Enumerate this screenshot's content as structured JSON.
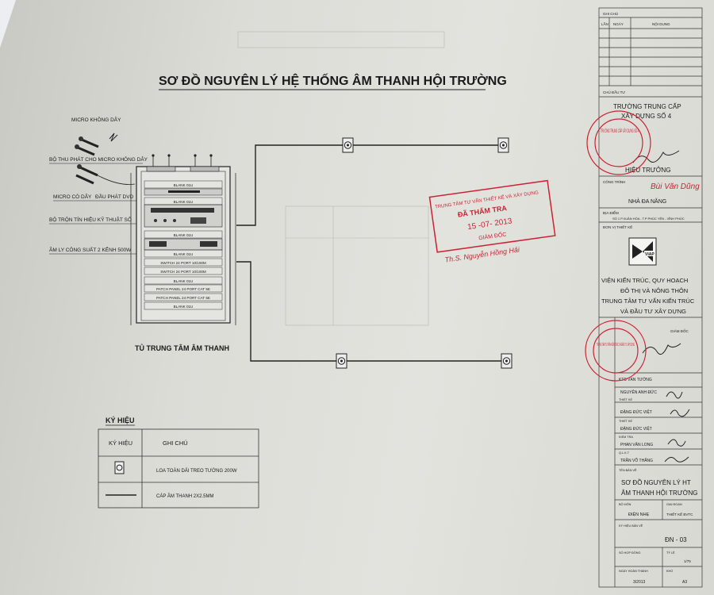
{
  "title": "SƠ ĐỒ NGUYÊN LÝ HỆ THỐNG  ÂM THANH HỘI TRƯỜNG",
  "rack": {
    "caption": "TỦ TRUNG TÂM ÂM THANH",
    "units": [
      "BLANK 01U",
      "BLANK 01U",
      "BLANK 01U",
      "BLANK 01U",
      "SWITCH 24 PORT 10/100M",
      "SWITCH 24 PORT 10/100M",
      "BLANK 01U",
      "PATCH PANEL 24 PORT CAT 5E",
      "PATCH PANEL 24 PORT CAT 5E",
      "BLANK 01U"
    ]
  },
  "components": {
    "wireless_mic": "MICRO KHÔNG DÂY",
    "receiver": "BỘ THU PHÁT CHO MICRO KHÔNG DÂY",
    "wired_mic": "MICRO CÓ DÂY",
    "dvd": "ĐẦU PHÁT DVD",
    "mixer": "BỘ TRỘN TÍN HIỆU KỸ THUẬT SỐ",
    "amp": "ÂM LY CÔNG SUẤT 2 KÊNH 500W"
  },
  "legend": {
    "title": "KÝ HIỆU",
    "col_symbol": "KÝ HIỆU",
    "col_note": "GHI CHÚ",
    "rows": [
      {
        "note": "LOA TOÀN DẢI TREO TƯỜNG 200W"
      },
      {
        "note": "CÁP ÂM THANH 2X2.5MM"
      }
    ]
  },
  "stamp": {
    "line1": "TRUNG TÂM TƯ VẤN THIẾT KẾ VÀ XÂY DỰNG",
    "line2": "ĐÃ THẨM TRA",
    "date": "15 -07- 2013",
    "role": "GIÁM ĐỐC",
    "signer": "Th.S. Nguyễn Hồng Hải"
  },
  "title_block": {
    "ghi_chu": "GHI CHÚ",
    "col_lan": "LẦN",
    "col_ngay": "NGÀY",
    "col_noidung": "NỘI DUNG",
    "chu_dau_tu_label": "CHỦ ĐẦU TƯ",
    "client": [
      "TRƯỜNG TRUNG CẤP",
      "XÂY DỰNG SỐ 4"
    ],
    "principal_title": "HIỆU TRƯỞNG",
    "principal_name": "Bùi Văn Dũng",
    "cong_trinh_label": "CÔNG TRÌNH",
    "project": "NHÀ ĐA NĂNG",
    "dia_diem_label": "ĐỊA ĐIỂM",
    "location": "SỐ 1 P.XUÂN HÒA - T.P PHÚC YÊN - VĨNH PHÚC",
    "don_vi_label": "ĐƠN VỊ THIẾT KẾ",
    "logo_text": "VIAP",
    "institute": [
      "VIỆN KIẾN TRÚC, QUY HOẠCH",
      "ĐÔ THỊ VÀ NÔNG THÔN",
      "TRUNG TÂM TƯ VẤN KIẾN TRÚC",
      "VÀ ĐẦU TƯ XÂY DỰNG"
    ],
    "director_label": "GIÁM ĐỐC",
    "chief_label": "KTS VÀN TƯỞNG",
    "chief_name": "NGUYỄN ANH ĐỨC",
    "designer_label": "THIẾT KẾ",
    "designer": "ĐẶNG ĐỨC VIỆT",
    "drafter_label": "THIẾT KẾ",
    "drafter": "ĐẶNG ĐỨC VIỆT",
    "check_label": "KIỂM TRA",
    "checker": "PHAN VĂN LONG",
    "qa_label": "Q.L.K.T",
    "qa": "TRẦN VÕ THẮNG",
    "sheet_name_label": "TÊN BẢN VẼ",
    "sheet_name": [
      "SƠ ĐỒ NGUYÊN LÝ HT",
      "ÂM THANH HỘI TRƯỜNG"
    ],
    "discipline_label": "BỘ MÔN",
    "discipline": "ĐIỆN NHẸ",
    "phase_label": "GIAI ĐOẠN",
    "phase": "THIẾT KẾ BVTC",
    "sheet_no_label": "KÝ HIỆU BẢN VẼ",
    "sheet_no": "ĐN - 03",
    "contract_label": "SỐ HỢP ĐỒNG",
    "scale_label": "TỶ LỆ",
    "scale": "1/75",
    "date_label": "NGÀY HOÀN THÀNH",
    "date": "3/2013",
    "size_label": "KHỔ",
    "size": "A3"
  },
  "seals": {
    "school_seal": "TRƯỜNG TRUNG CẤP XÂY DỰNG SỐ 4",
    "institute_seal": "TRUNG TÂM TƯ VẤN KIẾN TRÚC VÀ ĐẦU TƯ XÂY DỰNG"
  },
  "colors": {
    "ink": "#1a1a1a",
    "stamp_red": "#cc2233",
    "paper": "#dcdcd7"
  }
}
